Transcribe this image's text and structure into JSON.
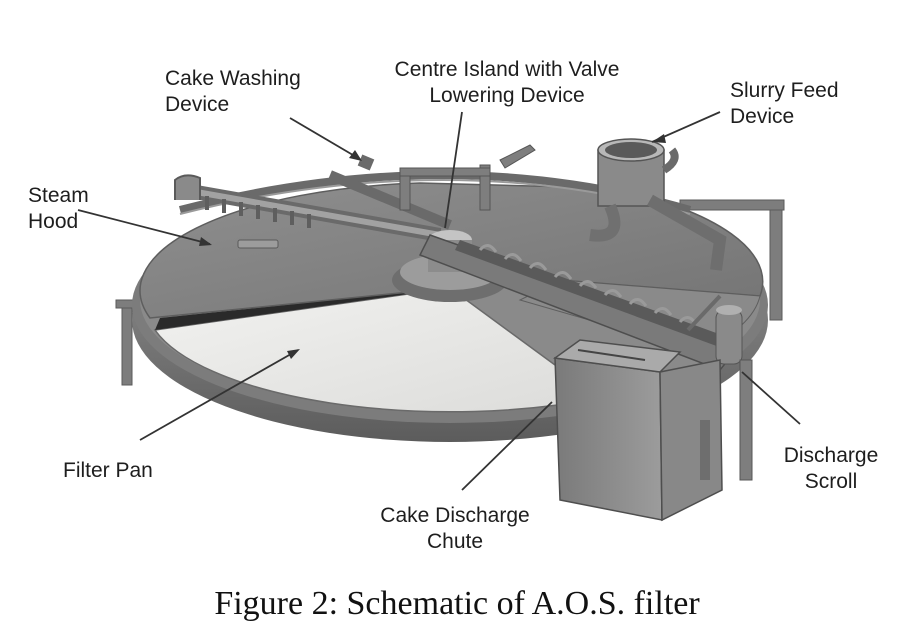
{
  "labels": {
    "cake_washing": [
      "Cake Washing",
      "Device"
    ],
    "centre_island": [
      "Centre Island with Valve",
      "Lowering Device"
    ],
    "slurry_feed": [
      "Slurry Feed",
      "Device"
    ],
    "steam_hood": [
      "Steam",
      "Hood"
    ],
    "filter_pan": "Filter Pan",
    "cake_discharge": [
      "Cake Discharge",
      "Chute"
    ],
    "discharge_scroll": [
      "Discharge",
      "Scroll"
    ]
  },
  "caption": "Figure 2: Schematic of A.O.S.  filter",
  "colors": {
    "machine_dark": "#6e6e6e",
    "machine_mid": "#8c8c8c",
    "machine_light": "#a8a8a8",
    "filter_surface": "#e8e8e6",
    "leader_line": "#3a3a3a"
  }
}
